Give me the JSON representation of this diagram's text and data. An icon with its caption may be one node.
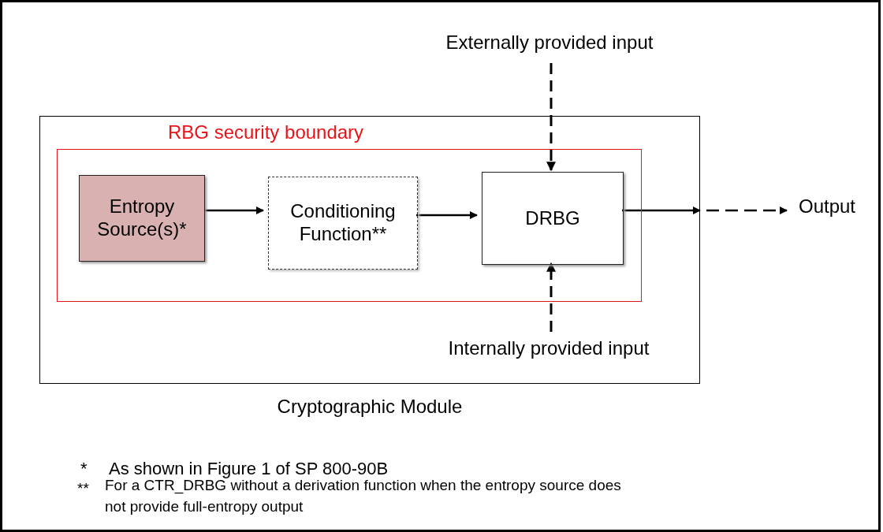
{
  "diagram": {
    "nodes": [
      {
        "text": [
          "Cryptographic Module"
        ]
      },
      {
        "text": [
          "RBG security boundary"
        ],
        "in": 0
      },
      {
        "text": [
          "Entropy Source(s)*"
        ],
        "in": 1
      },
      {
        "text": [
          "Conditioning Function**"
        ],
        "in": 1
      },
      {
        "text": [
          "DRBG"
        ],
        "in": 1
      },
      {
        "text": [
          "Externally provided input"
        ]
      },
      {
        "text": [
          "Internally provided input"
        ],
        "in": 0
      },
      {
        "text": [
          "Output"
        ]
      }
    ],
    "edges": [
      {
        "from": 2,
        "to": 3,
        "arrow": "to"
      },
      {
        "from": 3,
        "to": 4,
        "arrow": "to"
      },
      {
        "from": 5,
        "to": 4,
        "arrow": "to",
        "style": "dashed"
      },
      {
        "from": 6,
        "to": 4,
        "arrow": "to",
        "style": "dashed"
      },
      {
        "from": 4,
        "to": 7,
        "arrow": "to",
        "style": "dashed"
      }
    ],
    "labels": [
      "*",
      "As shown in Figure 1 of SP 800-90B",
      "**",
      "For a CTR_DRBG without a derivation function when the entropy source does not provide full-entropy output"
    ]
  }
}
